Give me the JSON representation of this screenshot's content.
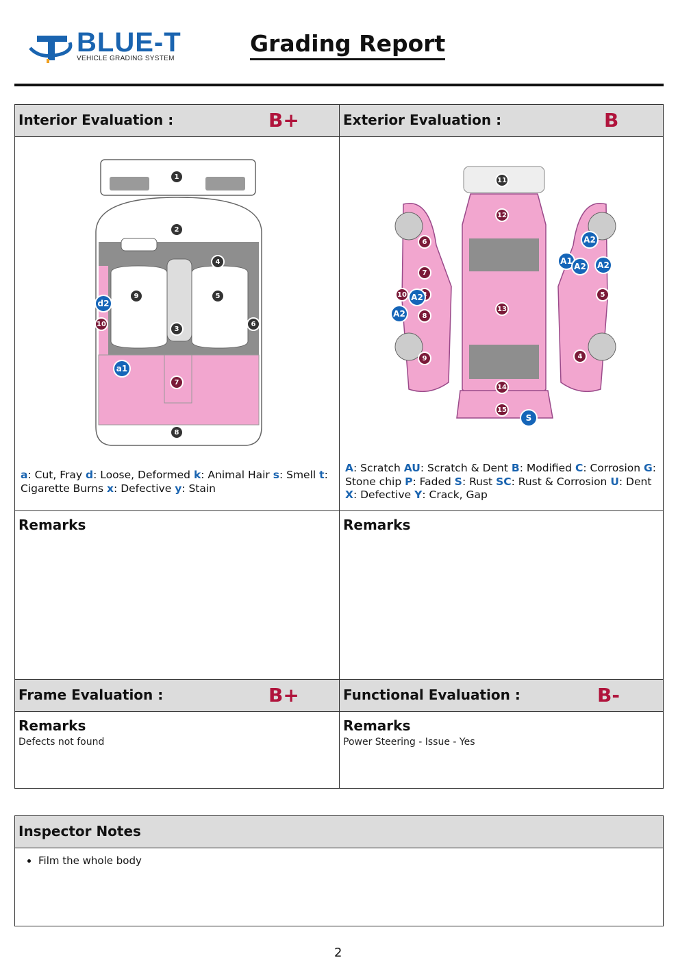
{
  "logo": {
    "name": "BLUE-T",
    "tagline": "VEHICLE GRADING SYSTEM"
  },
  "title": "Grading Report",
  "interior": {
    "label": "Interior Evaluation :",
    "grade": "B+",
    "legend": [
      {
        "code": "a",
        "text": ": Cut, Fray "
      },
      {
        "code": "d",
        "text": ": Loose, Deformed "
      },
      {
        "code": "k",
        "text": ": Animal Hair "
      },
      {
        "code": "s",
        "text": ": Smell "
      },
      {
        "code": "t",
        "text": ": Cigarette Burns "
      },
      {
        "code": "x",
        "text": ": Defective "
      },
      {
        "code": "y",
        "text": ": Stain"
      }
    ],
    "markers": [
      "1",
      "2",
      "3",
      "4",
      "5",
      "6",
      "7",
      "8",
      "9",
      "10",
      "a1",
      "d2"
    ],
    "remarks_title": "Remarks",
    "remarks": ""
  },
  "exterior": {
    "label": "Exterior Evaluation :",
    "grade": "B",
    "legend": [
      {
        "code": "A",
        "text": ": Scratch "
      },
      {
        "code": "AU",
        "text": ": Scratch & Dent "
      },
      {
        "code": "B",
        "text": ": Modified "
      },
      {
        "code": "C",
        "text": ": Corrosion "
      },
      {
        "code": "G",
        "text": ": Stone chip "
      },
      {
        "code": "P",
        "text": ": Faded "
      },
      {
        "code": "S",
        "text": ": Rust "
      },
      {
        "code": "SC",
        "text": ": Rust & Corrosion "
      },
      {
        "code": "U",
        "text": ": Dent "
      },
      {
        "code": "X",
        "text": ": Defective "
      },
      {
        "code": "Y",
        "text": ": Crack, Gap"
      }
    ],
    "markers": [
      "3",
      "4",
      "5",
      "6",
      "7",
      "8",
      "9",
      "10",
      "11",
      "12",
      "13",
      "14",
      "15",
      "A1",
      "A2",
      "A2",
      "A2",
      "A2",
      "A2",
      "S"
    ],
    "remarks_title": "Remarks",
    "remarks": ""
  },
  "frame": {
    "label": "Frame Evaluation :",
    "grade": "B+",
    "remarks_title": "Remarks",
    "remarks": "Defects not found"
  },
  "functional": {
    "label": "Functional Evaluation :",
    "grade": "B-",
    "remarks_title": "Remarks",
    "remarks": "Power Steering - Issue - Yes"
  },
  "inspector": {
    "label": "Inspector Notes",
    "notes": [
      "Film the whole body"
    ]
  },
  "page_number": "2",
  "colors": {
    "grade": "#b0143c",
    "brand": "#1a64b0",
    "damage": "#f2a6cf",
    "marker_blue": "#1565b8",
    "marker_dark": "#6b1030"
  }
}
